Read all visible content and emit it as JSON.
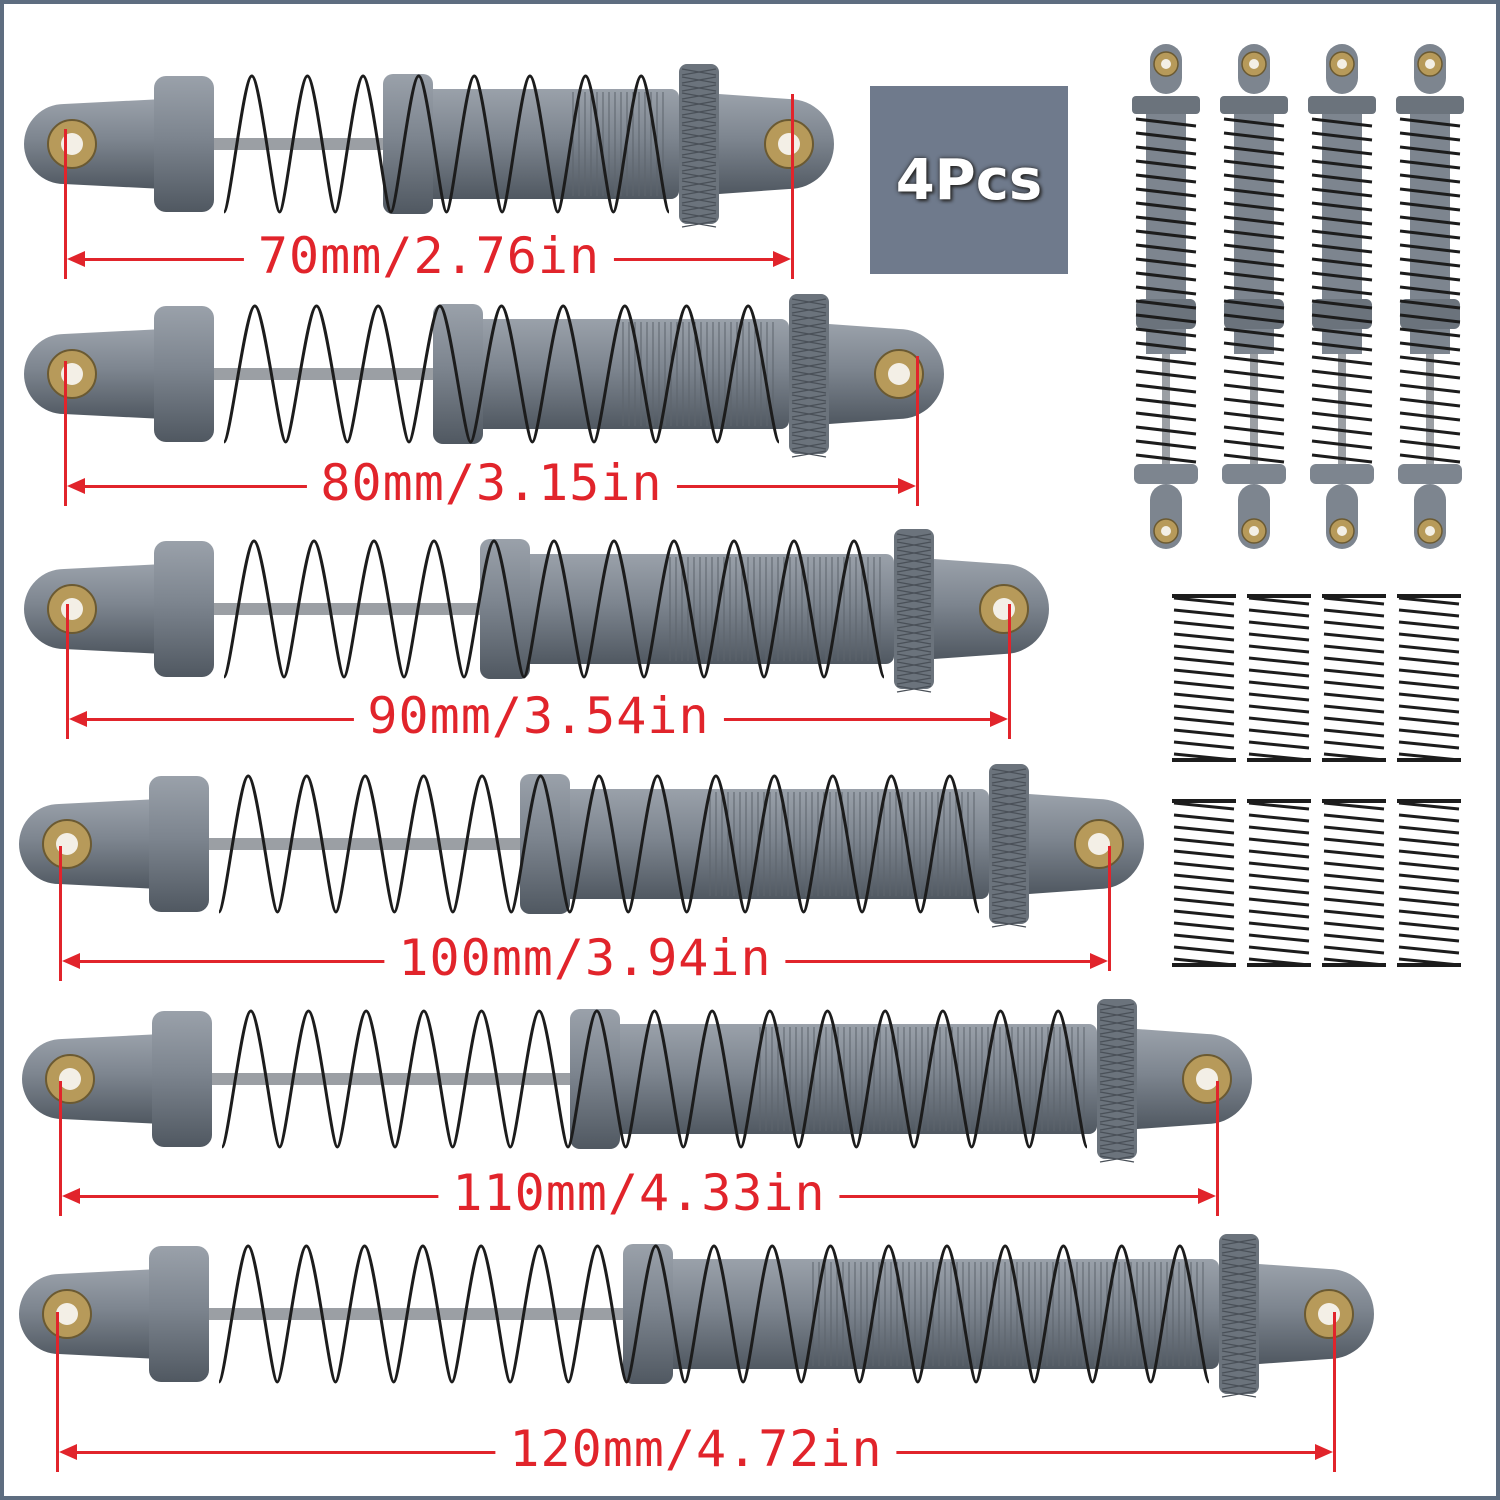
{
  "badge": {
    "label": "4Pcs"
  },
  "colors": {
    "dimension_red": "#e1242b",
    "shock_body": "#7d858f",
    "shock_dark": "#505861",
    "brass": "#b79a5a",
    "spring": "#1c1c1c",
    "frame": "#5e6d80"
  },
  "shocks": [
    {
      "length_label": "70mm/2.76in"
    },
    {
      "length_label": "80mm/3.15in"
    },
    {
      "length_label": "90mm/3.54in"
    },
    {
      "length_label": "100mm/3.94in"
    },
    {
      "length_label": "110mm/4.33in"
    },
    {
      "length_label": "120mm/4.72in"
    }
  ]
}
